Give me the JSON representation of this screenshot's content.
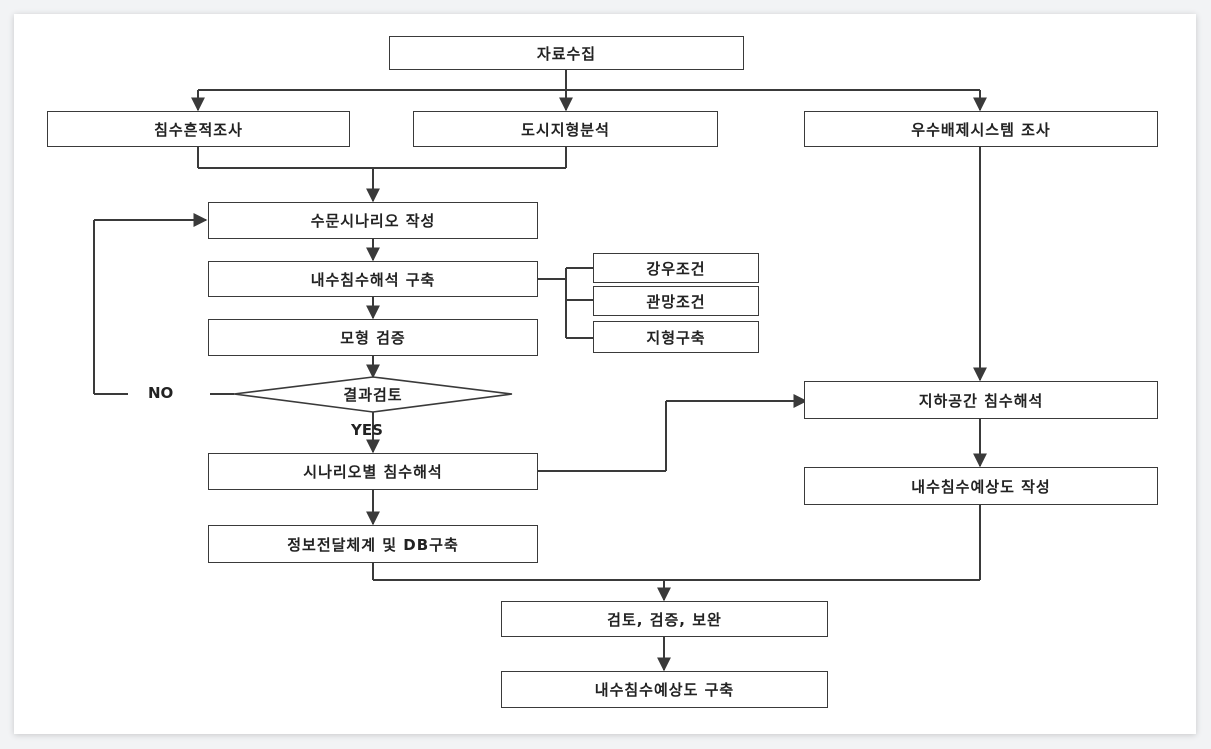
{
  "nodes": {
    "data_collection": "자료수집",
    "flood_trace": "침수흔적조사",
    "urban_terrain": "도시지형분석",
    "drainage_survey": "우수배제시스템 조사",
    "hydro_scenario": "수문시나리오 작성",
    "inland_analysis": "내수침수해석 구축",
    "rain_cond": "강우조건",
    "pipe_cond": "관망조건",
    "terrain_build": "지형구축",
    "model_verify": "모형 검증",
    "result_review": "결과검토",
    "scenario_analysis": "시나리오별 침수해석",
    "underground_analysis": "지하공간 침수해석",
    "inland_map_write": "내수침수예상도 작성",
    "info_db": "정보전달체계 및 DB구축",
    "review": "검토, 검증, 보완",
    "inland_map_build": "내수침수예상도 구축"
  },
  "labels": {
    "no": "NO",
    "yes": "YES"
  }
}
